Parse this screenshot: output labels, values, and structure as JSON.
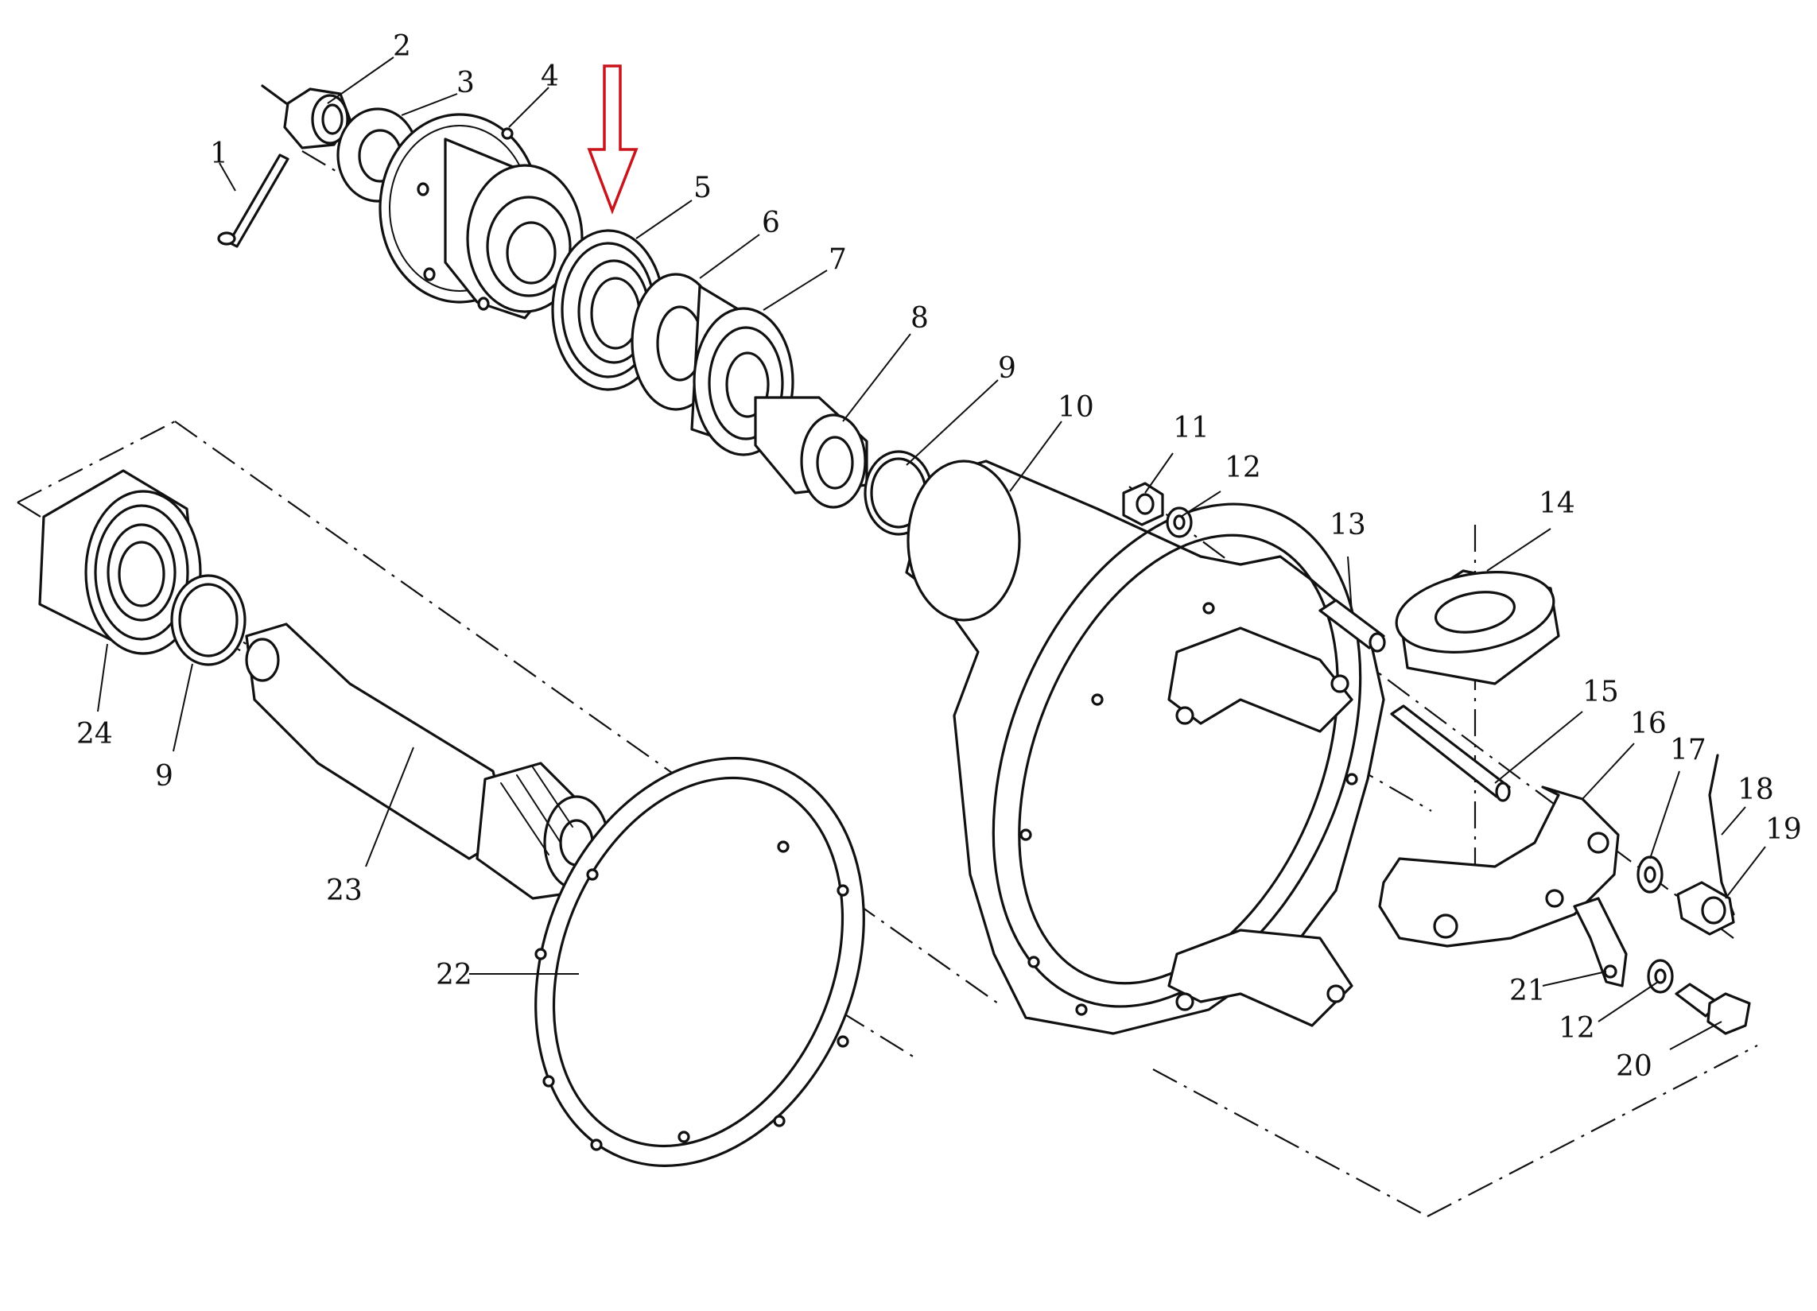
{
  "callouts": {
    "c1": "1",
    "c2": "2",
    "c3": "3",
    "c4": "4",
    "c5": "5",
    "c6": "6",
    "c7": "7",
    "c8": "8",
    "c9a": "9",
    "c9b": "9",
    "c10": "10",
    "c11": "11",
    "c12a": "12",
    "c12b": "12",
    "c13": "13",
    "c14": "14",
    "c15": "15",
    "c16": "16",
    "c17": "17",
    "c18": "18",
    "c19": "19",
    "c20": "20",
    "c21": "21",
    "c22": "22",
    "c23": "23",
    "c24": "24"
  },
  "highlight": {
    "color": "#c8141a",
    "target": "5"
  }
}
